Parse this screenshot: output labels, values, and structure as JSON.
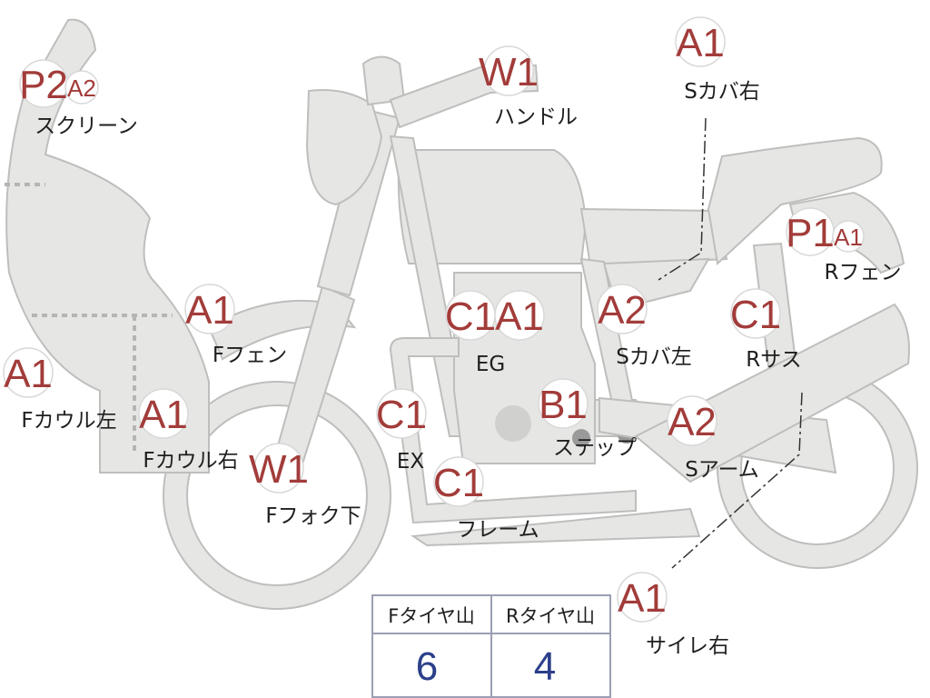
{
  "diagram": {
    "colors": {
      "grade": "#a23c3a",
      "part_label": "#1e1e1e",
      "body": "#e6e6e4",
      "outline": "#bebebd",
      "table_value": "#2b3f8a"
    },
    "labels": {
      "screen": {
        "grade": "P2",
        "sub_grade": "A2",
        "part": "スクリーン"
      },
      "handle": {
        "grade": "W1",
        "part": "ハンドル"
      },
      "s_cover_r": {
        "grade": "A1",
        "part": "Sカバ右"
      },
      "r_fender": {
        "grade": "P1",
        "sub_grade": "A1",
        "part": "Rフェン"
      },
      "f_fender": {
        "grade": "A1",
        "part": "Fフェン"
      },
      "f_cowl_l": {
        "grade": "A1",
        "part": "Fカウル左"
      },
      "f_cowl_r": {
        "grade": "A1",
        "part": "Fカウル右"
      },
      "f_fork": {
        "grade": "W1",
        "part": "Fフォク下"
      },
      "ex": {
        "grade": "C1",
        "part": "EX"
      },
      "eg": {
        "grade_1": "C1",
        "grade_2": "A1",
        "part": "EG"
      },
      "frame": {
        "grade": "C1",
        "part": "フレーム"
      },
      "step": {
        "grade": "B1",
        "part": "ステップ"
      },
      "s_cover_l": {
        "grade": "A2",
        "part": "Sカバ左"
      },
      "r_sus": {
        "grade": "C1",
        "part": "Rサス"
      },
      "s_arm": {
        "grade": "A2",
        "part": "Sアーム"
      },
      "silencer_r": {
        "grade": "A1",
        "part": "サイレ右"
      }
    }
  },
  "tire_table": {
    "headers": [
      "Fタイヤ山",
      "Rタイヤ山"
    ],
    "values": [
      "6",
      "4"
    ]
  }
}
